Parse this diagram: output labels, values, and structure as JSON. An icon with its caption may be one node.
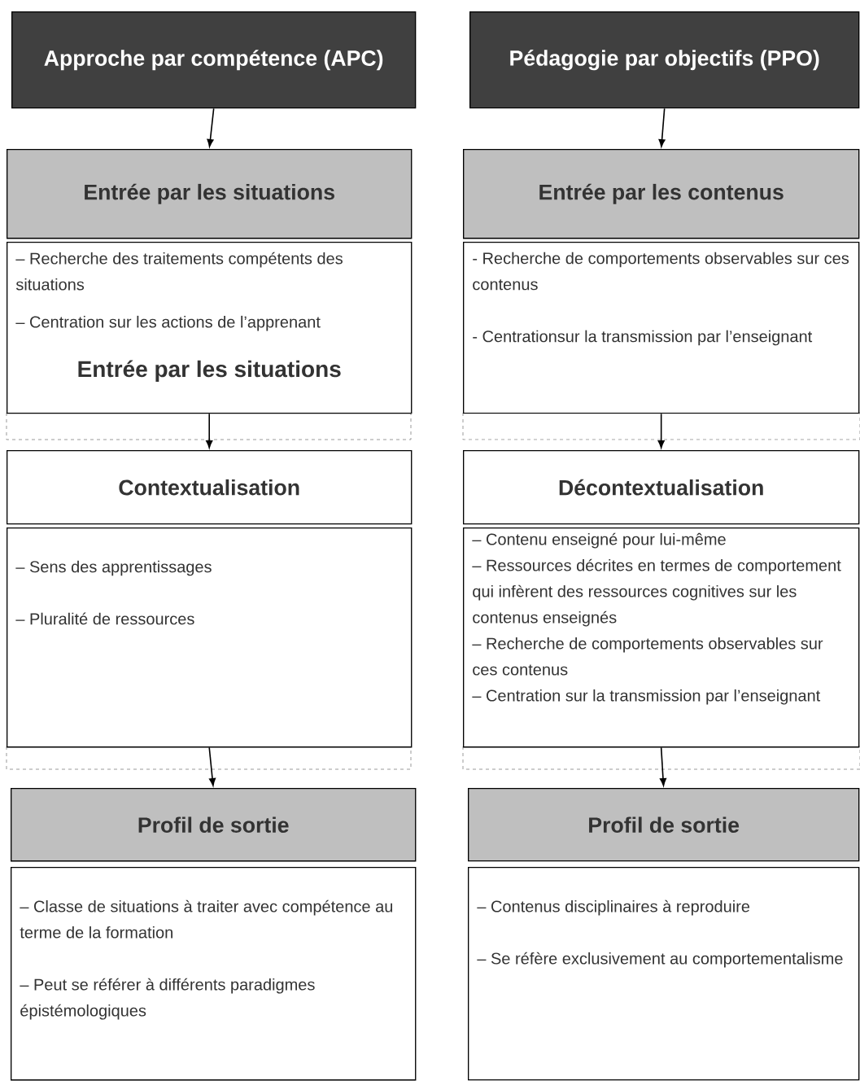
{
  "diagram": {
    "nodes": [
      {
        "text": [
          "Approche par compétence (APC)"
        ]
      },
      {
        "text": [
          "Entrée par les situations"
        ]
      },
      {
        "text": [
          "– Recherche des traitements compétents des situations",
          "– Centration sur les actions de l’apprenant",
          "Entrée par les situations"
        ]
      },
      {
        "text": [
          "Contextualisation"
        ]
      },
      {
        "text": [
          "– Sens des apprentissages",
          "– Pluralité de ressources"
        ]
      },
      {
        "text": [
          "Profil de sortie"
        ]
      },
      {
        "text": [
          "– Classe de situations à traiter avec compétence au terme de la formation",
          "– Peut se référer à différents paradigmes épistémologiques"
        ]
      },
      {
        "text": [
          "Pédagogie par objectifs (PPO)"
        ]
      },
      {
        "text": [
          "Entrée par les contenus"
        ]
      },
      {
        "text": [
          "- Recherche de comportements observables sur ces contenus",
          "- Centrationsur la transmission par l’enseignant"
        ]
      },
      {
        "text": [
          "Décontextualisation"
        ]
      },
      {
        "text": [
          "– Contenu enseigné pour lui-même",
          "– Ressources décrites en termes de comportement qui infèrent des ressources cognitives sur les contenus enseignés",
          "– Recherche de comportements observables sur ces contenus",
          "– Centration sur la transmission par l’enseignant"
        ]
      },
      {
        "text": [
          "Profil de sortie"
        ]
      },
      {
        "text": [
          "– Contenus disciplinaires à reproduire",
          "– Se réfère exclusivement au comportementalisme"
        ]
      }
    ],
    "edges": [
      {
        "from": 0,
        "to": 1,
        "arrow": "to"
      },
      {
        "from": 2,
        "to": 3,
        "arrow": "to"
      },
      {
        "from": 4,
        "to": 5,
        "arrow": "to"
      },
      {
        "from": 7,
        "to": 8,
        "arrow": "to"
      },
      {
        "from": 9,
        "to": 10,
        "arrow": "to"
      },
      {
        "from": 11,
        "to": 12,
        "arrow": "to"
      }
    ]
  }
}
